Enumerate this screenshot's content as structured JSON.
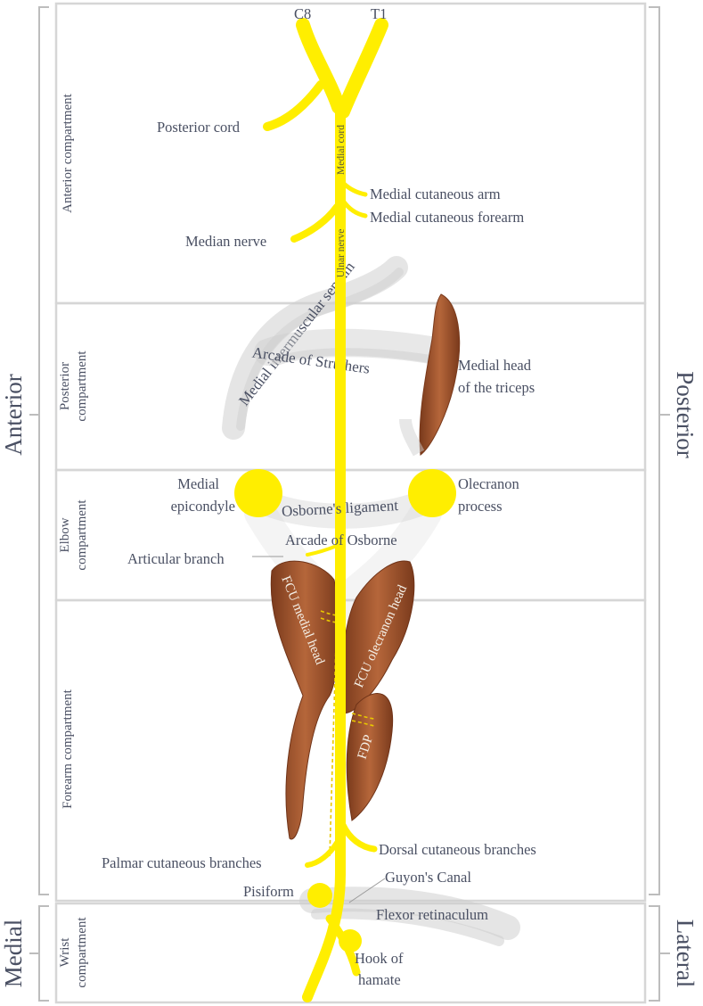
{
  "sides": {
    "anterior": "Anterior",
    "posterior": "Posterior",
    "medial": "Medial",
    "lateral": "Lateral"
  },
  "compartments": {
    "anterior": "Anterior compartment",
    "posterior_line1": "Posterior",
    "posterior_line2": "compartment",
    "elbow_line1": "Elbow",
    "elbow_line2": "compartment",
    "forearm": "Forearm compartment",
    "wrist_line1": "Wrist",
    "wrist_line2": "compartment"
  },
  "roots": {
    "c8": "C8",
    "t1": "T1"
  },
  "labels": {
    "posterior_cord": "Posterior cord",
    "medial_cord": "Medial cord",
    "medial_cutaneous_arm": "Medial cutaneous arm",
    "medial_cutaneous_forearm": "Medial cutaneous forearm",
    "median_nerve": "Median nerve",
    "ulnar_nerve": "Ulnar nerve",
    "medial_intermuscular_septum": "Medial intermuscular septum",
    "arcade_of_struthers": "Arcade of Struthers",
    "medial_head_line1": "Medial head",
    "medial_head_line2": "of the triceps",
    "medial_epicondyle_line1": "Medial",
    "medial_epicondyle_line2": "epicondyle",
    "olecranon_line1": "Olecranon",
    "olecranon_line2": "process",
    "osbornes_ligament": "Osborne's ligament",
    "arcade_of_osborne": "Arcade of Osborne",
    "articular_branch": "Articular branch",
    "fcu_medial_head": "FCU medial head",
    "fcu_olecranon_head": "FCU olecranon head",
    "fdp": "FDP",
    "dorsal_cutaneous": "Dorsal cutaneous branches",
    "palmar_cutaneous": "Palmar cutaneous branches",
    "pisiform": "Pisiform",
    "guyons_canal": "Guyon's Canal",
    "flexor_retinaculum": "Flexor retinaculum",
    "hook_line1": "Hook of",
    "hook_line2": "hamate"
  },
  "colors": {
    "nerve": "#ffee00",
    "muscle": "#a0522d",
    "muscle_dark": "#7a3a1c",
    "ligament": "#c8c8c8",
    "frame": "#d0d0d0",
    "text": "#4a5063"
  }
}
